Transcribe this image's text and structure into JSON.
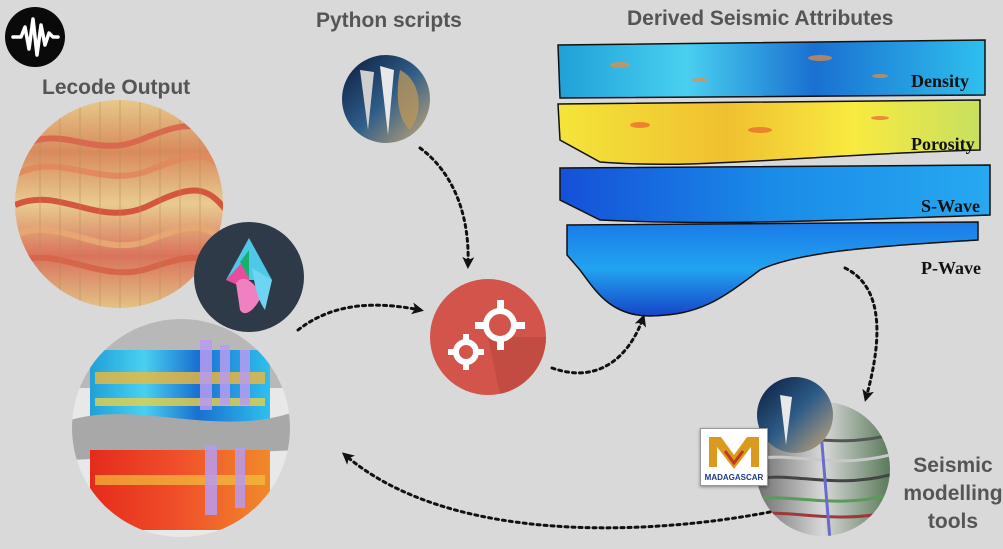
{
  "title_lecode": "Lecode Output",
  "title_python": "Python scripts",
  "title_derived": "Derived Seismic Attributes",
  "title_tools": [
    "Seismic",
    "modelling",
    "tools"
  ],
  "attributes": [
    "Density",
    "Porosity",
    "S-Wave",
    "P-Wave"
  ],
  "badge_text": "MADAGASCAR",
  "icons": {
    "logo": "waveform-icon",
    "python": "globe-icon",
    "processing": "gears-icon",
    "platform": "triangle-logo-icon",
    "madagascar": "madagascar-logo-icon"
  },
  "colors": {
    "background": "#d9d9d9",
    "gear_circle": "#d2544a",
    "platform_circle": "#2e3a48",
    "arrow": "#111111"
  }
}
